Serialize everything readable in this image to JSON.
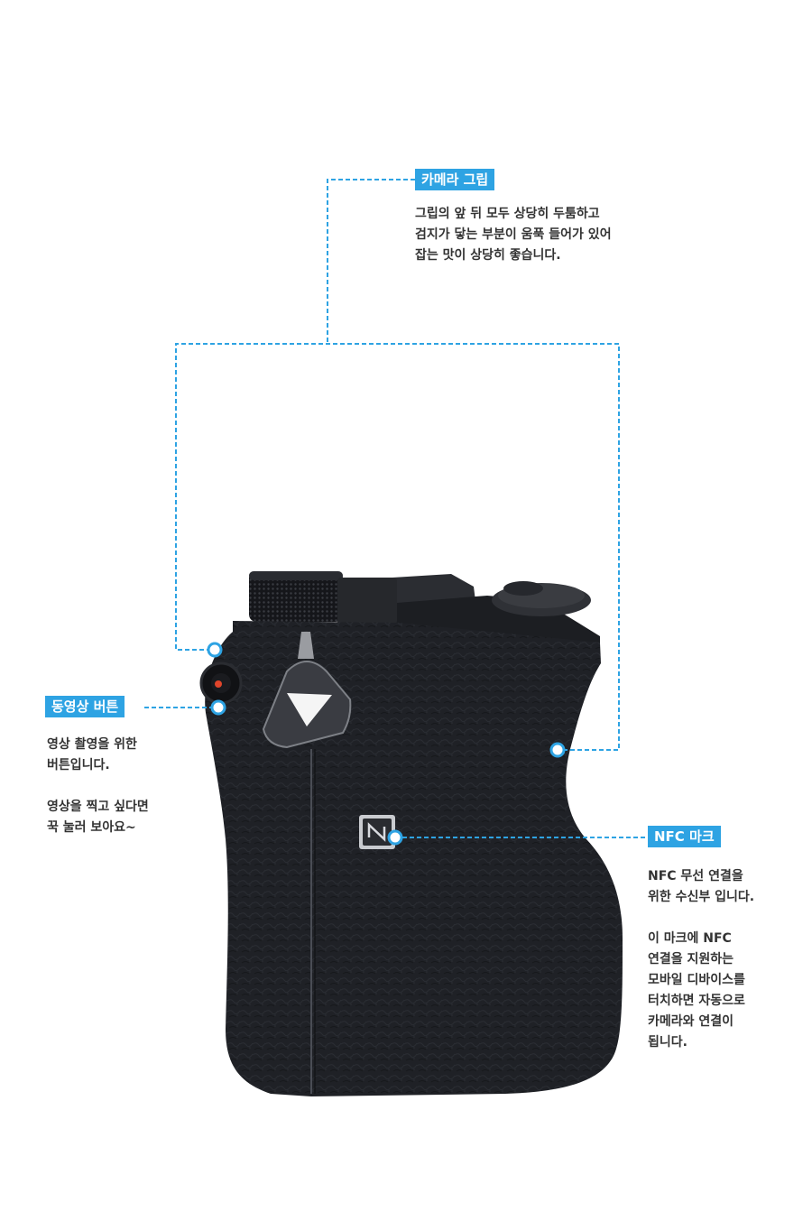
{
  "colors": {
    "accent": "#2ea3e3",
    "camera_body": "#1c1e22",
    "text": "#333333",
    "background": "#ffffff"
  },
  "callouts": {
    "grip": {
      "label": "카메라 그립",
      "lines": [
        "그립의 앞 뒤 모두 상당히 두툼하고",
        "검지가 닿는 부분이 움푹 들어가 있어",
        "잡는 맛이 상당히 좋습니다."
      ]
    },
    "movie": {
      "label": "동영상 버튼",
      "para1": [
        "영상 촬영을 위한",
        "버튼입니다."
      ],
      "para2": [
        "영상을 찍고 싶다면",
        "꾹 눌러 보아요~"
      ]
    },
    "nfc": {
      "label": "NFC 마크",
      "para1": [
        "NFC 무선 연결을",
        "위한 수신부 입니다."
      ],
      "para2": [
        "이 마크에 NFC",
        "연결을 지원하는",
        "모바일 디바이스를",
        "터치하면 자동으로",
        "카메라와 연결이",
        "됩니다."
      ]
    }
  }
}
